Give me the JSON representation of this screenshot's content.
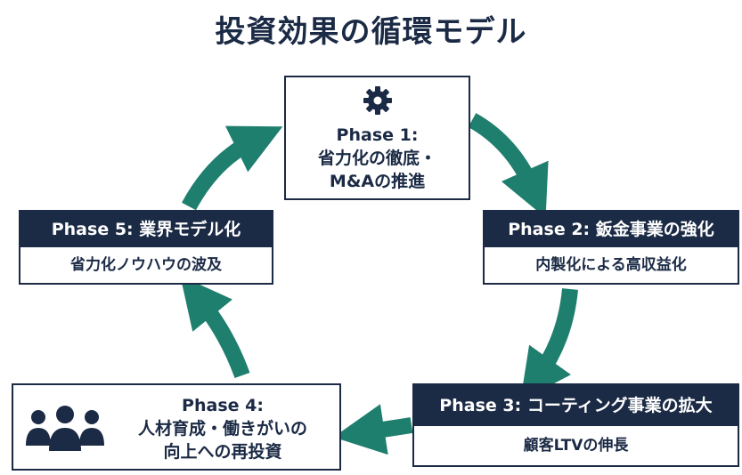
{
  "title": "投資効果の循環モデル",
  "colors": {
    "navy": "#1b2a45",
    "teal": "#1f7f6e"
  },
  "phases": [
    {
      "heading": "Phase 1:",
      "line1": "省力化の徹底・",
      "line2": "M&Aの推進",
      "icon": "gear-icon"
    },
    {
      "heading": "Phase 2: 鈑金事業の強化",
      "text": "内製化による高収益化"
    },
    {
      "heading": "Phase 3: コーティング事業の拡大",
      "text": "顧客LTVの伸長"
    },
    {
      "heading": "Phase 4:",
      "line1": "人材育成・働きがいの",
      "line2": "向上への再投資",
      "icon": "people-icon"
    },
    {
      "heading": "Phase 5: 業界モデル化",
      "text": "省力化ノウハウの波及"
    }
  ]
}
